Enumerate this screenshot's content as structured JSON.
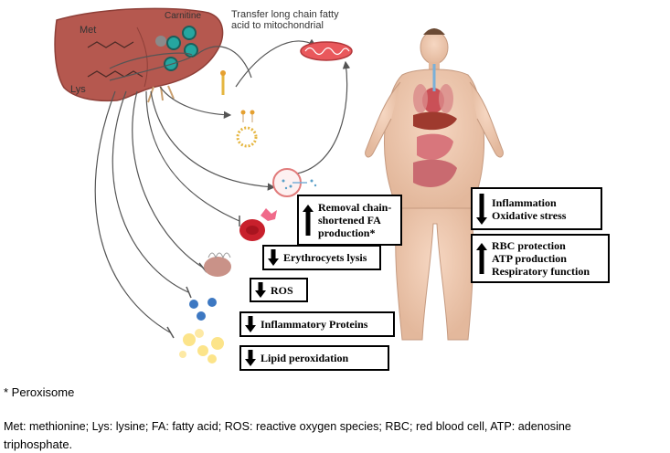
{
  "liver": {
    "met_label": "Met",
    "lys_label": "Lys",
    "carnitine_label": "Carnitine"
  },
  "transfer_label": [
    "Transfer long chain fatty",
    "acid to mitochondrial"
  ],
  "boxes": {
    "removal": {
      "direction": "up",
      "lines": [
        "Removal chain-",
        "shortened FA",
        "production*"
      ]
    },
    "erythrocytes": {
      "direction": "down",
      "lines": [
        "Erythrocyets lysis"
      ]
    },
    "ros": {
      "direction": "down",
      "lines": [
        "ROS"
      ]
    },
    "inflammatory": {
      "direction": "down",
      "lines": [
        "Inflammatory Proteins"
      ]
    },
    "lipid": {
      "direction": "down",
      "lines": [
        "Lipid peroxidation"
      ]
    },
    "inflammation": {
      "direction": "down",
      "lines": [
        "Inflammation",
        "Oxidative stress"
      ]
    },
    "rbc": {
      "direction": "up",
      "lines": [
        "RBC protection",
        "ATP production",
        "Respiratory function"
      ]
    }
  },
  "footnote": "* Peroxisome",
  "legend_line1": "Met: methionine; Lys: lysine; FA: fatty acid; ROS: reactive oxygen species; RBC; red blood cell, ATP: adenosine",
  "legend_line2": "triphosphate.",
  "colors": {
    "liver": "#b5584f",
    "teal": "#26a6a0",
    "arrow": "#000000"
  }
}
